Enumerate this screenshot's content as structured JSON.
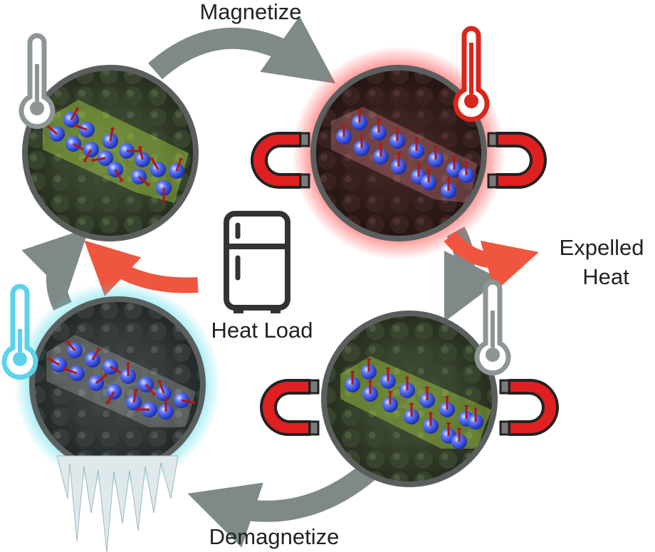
{
  "labels": {
    "magnetize": "Magnetize",
    "demagnetize": "Demagnetize",
    "expelled_line1": "Expelled",
    "expelled_line2": "Heat",
    "heat_load": "Heat Load"
  },
  "stages": [
    {
      "id": "start",
      "thermometer": "neutral",
      "magnetized": false
    },
    {
      "id": "magnetized-hot",
      "thermometer": "hot",
      "magnetized": true
    },
    {
      "id": "magnetized-ambient",
      "thermometer": "neutral",
      "magnetized": true
    },
    {
      "id": "demagnetized-cold",
      "thermometer": "cold",
      "magnetized": false
    }
  ],
  "icons": [
    "thermometer-icon",
    "magnet-icon",
    "refrigerator-icon",
    "icicles"
  ],
  "colors": {
    "cycle_arrow": "#7f8a88",
    "heat_arrow": "#f0553f",
    "hot_glow": "#ff3b3b",
    "cold_glow": "#3fd8e8",
    "magnet": "#e02020",
    "thermometer_hot": "#d8261c",
    "thermometer_cold": "#5ad3ea",
    "thermometer_neutral": "#8d9695",
    "atom": "#3a55ff",
    "spin": "#b01818"
  }
}
